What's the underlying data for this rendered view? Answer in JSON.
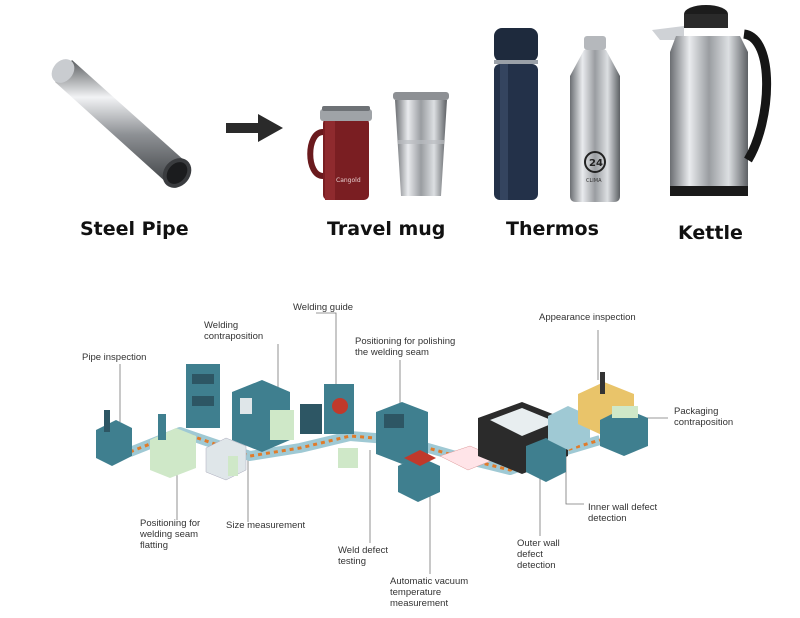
{
  "products": {
    "source": "Steel Pipe",
    "items": [
      "Travel mug",
      "Thermos",
      "Kettle"
    ],
    "mug_brand": "Cangold",
    "bottle_badge": "24",
    "bottle_text": "CLIMA"
  },
  "process_steps": [
    {
      "id": "pipe-inspection",
      "label": "Pipe inspection"
    },
    {
      "id": "welding-contraposition",
      "label": "Welding\ncontraposition"
    },
    {
      "id": "welding-guide",
      "label": "Welding guide"
    },
    {
      "id": "positioning-polishing",
      "label": "Positioning for polishing\nthe welding seam"
    },
    {
      "id": "appearance-inspection",
      "label": "Appearance inspection"
    },
    {
      "id": "packaging-contraposition",
      "label": "Packaging\ncontraposition"
    },
    {
      "id": "positioning-flatting",
      "label": "Positioning for\nwelding seam\nflatting"
    },
    {
      "id": "size-measurement",
      "label": "Size measurement"
    },
    {
      "id": "weld-defect-testing",
      "label": "Weld defect\ntesting"
    },
    {
      "id": "vacuum-temperature",
      "label": "Automatic vacuum\ntemperature\nmeasurement"
    },
    {
      "id": "outer-wall-defect",
      "label": "Outer wall\ndefect\ndetection"
    },
    {
      "id": "inner-wall-defect",
      "label": "Inner wall defect\ndetection"
    }
  ],
  "colors": {
    "machine_teal": "#3f7f8f",
    "machine_dark": "#2d5664",
    "conveyor_orange": "#e07b2a",
    "machine_green": "#cfe8c8",
    "leader_line": "#777777"
  }
}
